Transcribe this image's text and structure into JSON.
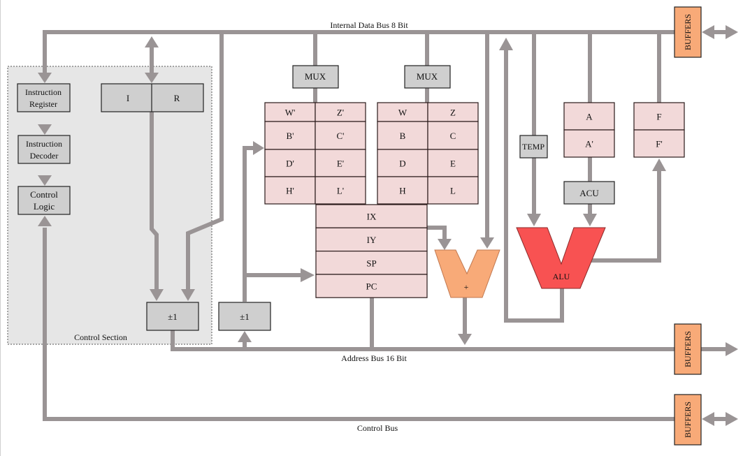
{
  "colors": {
    "bus": "#9a9495",
    "register_fill": "#f2d9d9",
    "gray_box_fill": "#cfcfcf",
    "control_section_fill": "#e6e6e6",
    "buffer_fill": "#f8aa78",
    "adder_fill": "#f8aa78",
    "alu_fill": "#f85252",
    "stroke": "#222222"
  },
  "buses": {
    "internal_data": "Internal Data Bus 8 Bit",
    "address": "Address Bus 16 Bit",
    "control": "Control Bus"
  },
  "control_section": {
    "label": "Control Section",
    "instruction_register": [
      "Instruction",
      "Register"
    ],
    "instruction_decoder": [
      "Instruction",
      "Decoder"
    ],
    "control_logic": [
      "Control",
      "Logic"
    ],
    "ir_i": "I",
    "ir_r": "R",
    "inc_dec": "±1"
  },
  "mux": {
    "left": "MUX",
    "right": "MUX"
  },
  "registers": {
    "alt_bank": [
      [
        "W'",
        "Z'"
      ],
      [
        "B'",
        "C'"
      ],
      [
        "D'",
        "E'"
      ],
      [
        "H'",
        "L'"
      ]
    ],
    "main_bank": [
      [
        "W",
        "Z"
      ],
      [
        "B",
        "C"
      ],
      [
        "D",
        "E"
      ],
      [
        "H",
        "L"
      ]
    ],
    "index": [
      "IX",
      "IY",
      "SP",
      "PC"
    ],
    "accumulator": [
      "A",
      "A'"
    ],
    "flags": [
      "F",
      "F'"
    ]
  },
  "address_inc_dec": "±1",
  "adder": "+",
  "temp": "TEMP",
  "acu": "ACU",
  "alu": "ALU",
  "buffers": [
    "BUFFERS",
    "BUFFERS",
    "BUFFERS"
  ]
}
